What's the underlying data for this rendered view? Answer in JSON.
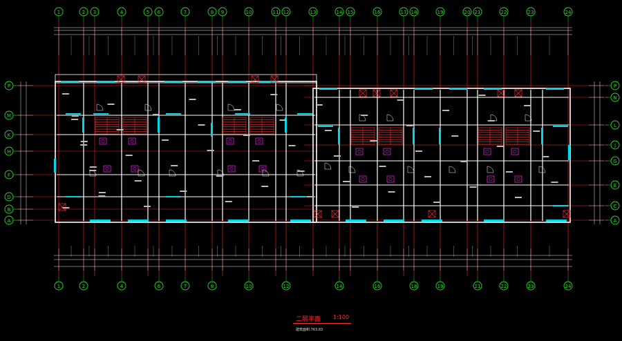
{
  "drawing": {
    "title": "二层平面",
    "scale": "1:100",
    "note": "建筑面积:763.83"
  },
  "axes": {
    "columns_top": [
      "1",
      "2",
      "3",
      "4",
      "5",
      "6",
      "7",
      "8",
      "9",
      "10",
      "11",
      "12",
      "13",
      "14",
      "15",
      "16",
      "17",
      "18",
      "19",
      "20",
      "21",
      "22",
      "23",
      "24"
    ],
    "columns_bottom": [
      "1",
      "2",
      "4",
      "6",
      "7",
      "8",
      "10",
      "12",
      "14",
      "16",
      "18",
      "19",
      "21",
      "22",
      "23",
      "24"
    ],
    "rows_left": [
      "P",
      "M",
      "K",
      "H",
      "F",
      "D",
      "B",
      "A"
    ],
    "rows_right": [
      "P",
      "N",
      "L",
      "J",
      "G",
      "E",
      "C",
      "A"
    ]
  },
  "colors": {
    "background": "#000000",
    "axis_line": "#ff2020",
    "wall": "#ffffff",
    "window": "#00d8e8",
    "dimension": "#e8e8e8",
    "bubble": "#20e020",
    "stair": "#ff3030",
    "fixture": "#e020e0",
    "title_text": "#ff3030"
  }
}
